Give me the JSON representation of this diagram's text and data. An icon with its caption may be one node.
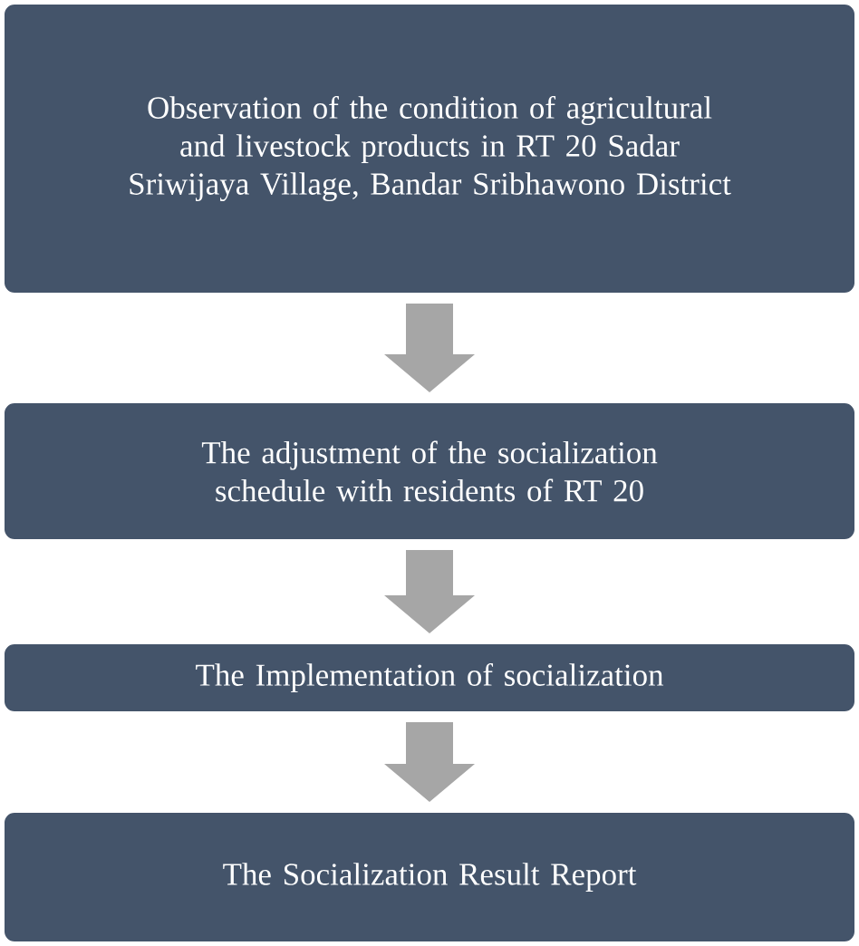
{
  "diagram": {
    "nodes": [
      {
        "text": [
          "Observation of the condition of agricultural and livestock products in RT 20 Sadar Sriwijaya Village, Bandar Sribhawono District"
        ]
      },
      {
        "text": [
          "The adjustment of the socialization schedule with residents of RT 20"
        ]
      },
      {
        "text": [
          "The Implementation of socialization"
        ]
      },
      {
        "text": [
          "The Socialization Result Report"
        ]
      }
    ],
    "edges": [
      {
        "from": 0,
        "to": 1,
        "arrow": "to"
      },
      {
        "from": 1,
        "to": 2,
        "arrow": "to"
      },
      {
        "from": 2,
        "to": 3,
        "arrow": "to"
      }
    ]
  }
}
